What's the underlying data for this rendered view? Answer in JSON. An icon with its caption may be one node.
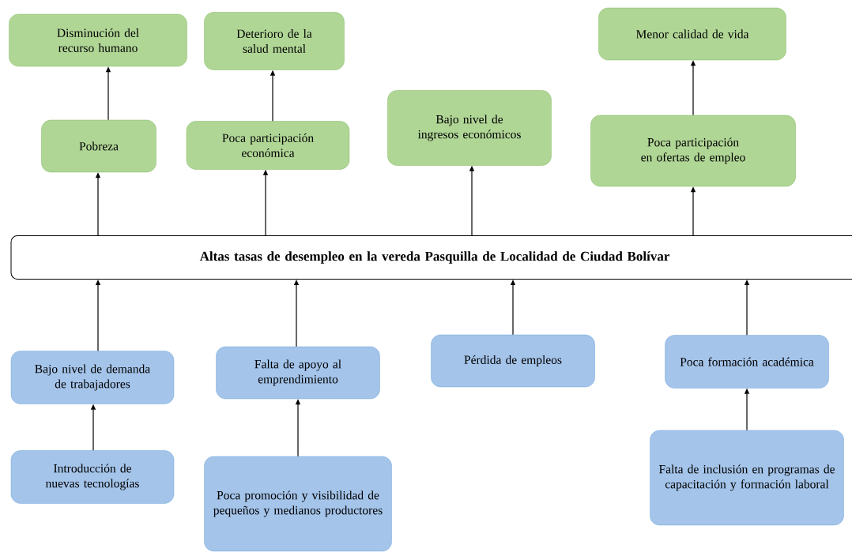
{
  "diagram": {
    "nodes": [
      {
        "text": [
          "Disminución del recurso humano"
        ]
      },
      {
        "text": [
          "Deterioro de la salud mental"
        ]
      },
      {
        "text": [
          "Menor calidad de vida"
        ]
      },
      {
        "text": [
          "Pobreza"
        ]
      },
      {
        "text": [
          "Poca participación económica"
        ]
      },
      {
        "text": [
          "Bajo nivel de ingresos económicos"
        ]
      },
      {
        "text": [
          "Poca participación en ofertas de empleo"
        ]
      },
      {
        "text": [
          "Altas tasas de desempleo en la vereda Pasquilla de Localidad de Ciudad Bolívar"
        ]
      },
      {
        "text": [
          "Bajo nivel de demanda de trabajadores"
        ]
      },
      {
        "text": [
          "Falta de apoyo al emprendimiento"
        ]
      },
      {
        "text": [
          "Pérdida de empleos"
        ]
      },
      {
        "text": [
          "Poca formación académica"
        ]
      },
      {
        "text": [
          "Introducción de nuevas tecnologías"
        ]
      },
      {
        "text": [
          "Poca promoción y visibilidad de pequeños y medianos productores"
        ]
      },
      {
        "text": [
          "Falta de inclusión en programas de capacitación y formación laboral"
        ]
      }
    ],
    "edges": [
      {
        "from": 3,
        "to": 0,
        "arrow": "to"
      },
      {
        "from": 4,
        "to": 1,
        "arrow": "to"
      },
      {
        "from": 6,
        "to": 2,
        "arrow": "to"
      },
      {
        "from": 7,
        "to": 3,
        "arrow": "to"
      },
      {
        "from": 7,
        "to": 4,
        "arrow": "to"
      },
      {
        "from": 7,
        "to": 5,
        "arrow": "to"
      },
      {
        "from": 7,
        "to": 6,
        "arrow": "to"
      },
      {
        "from": 8,
        "to": 7,
        "arrow": "to"
      },
      {
        "from": 9,
        "to": 7,
        "arrow": "to"
      },
      {
        "from": 10,
        "to": 7,
        "arrow": "to"
      },
      {
        "from": 11,
        "to": 7,
        "arrow": "to"
      },
      {
        "from": 12,
        "to": 8,
        "arrow": "to"
      },
      {
        "from": 13,
        "to": 9,
        "arrow": "to"
      },
      {
        "from": 14,
        "to": 11,
        "arrow": "to"
      }
    ]
  }
}
